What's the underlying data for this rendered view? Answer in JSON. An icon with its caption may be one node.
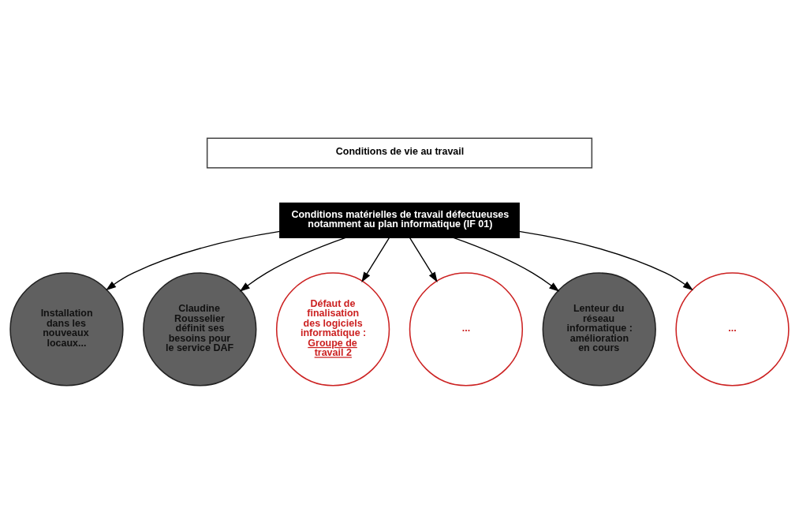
{
  "diagram": {
    "nodes": [
      {
        "text": [
          "Conditions de vie au travail"
        ]
      },
      {
        "text": [
          "Conditions matérielles de travail défectueuses notamment au plan informatique (IF 01)"
        ]
      },
      {
        "text": [
          "Installation dans les nouveaux locaux..."
        ]
      },
      {
        "text": [
          "Claudine Rousselier définit ses besoins pour le service DAF"
        ]
      },
      {
        "text": [
          "Défaut de finalisation des logiciels informatique :",
          "Groupe de travail 2"
        ]
      },
      {
        "text": [
          "..."
        ]
      },
      {
        "text": [
          "Lenteur du réseau informatique : amélioration en cours"
        ]
      },
      {
        "text": [
          "..."
        ]
      }
    ],
    "edges": [
      {
        "from": 1,
        "to": 2,
        "arrow": "to"
      },
      {
        "from": 1,
        "to": 5,
        "arrow": "to"
      },
      {
        "from": 1,
        "to": 7,
        "arrow": "to"
      },
      {
        "from": 1,
        "to": 4,
        "arrow": "to"
      },
      {
        "from": 1,
        "to": 3,
        "arrow": "to"
      },
      {
        "from": 1,
        "to": 6,
        "arrow": "to"
      }
    ]
  }
}
